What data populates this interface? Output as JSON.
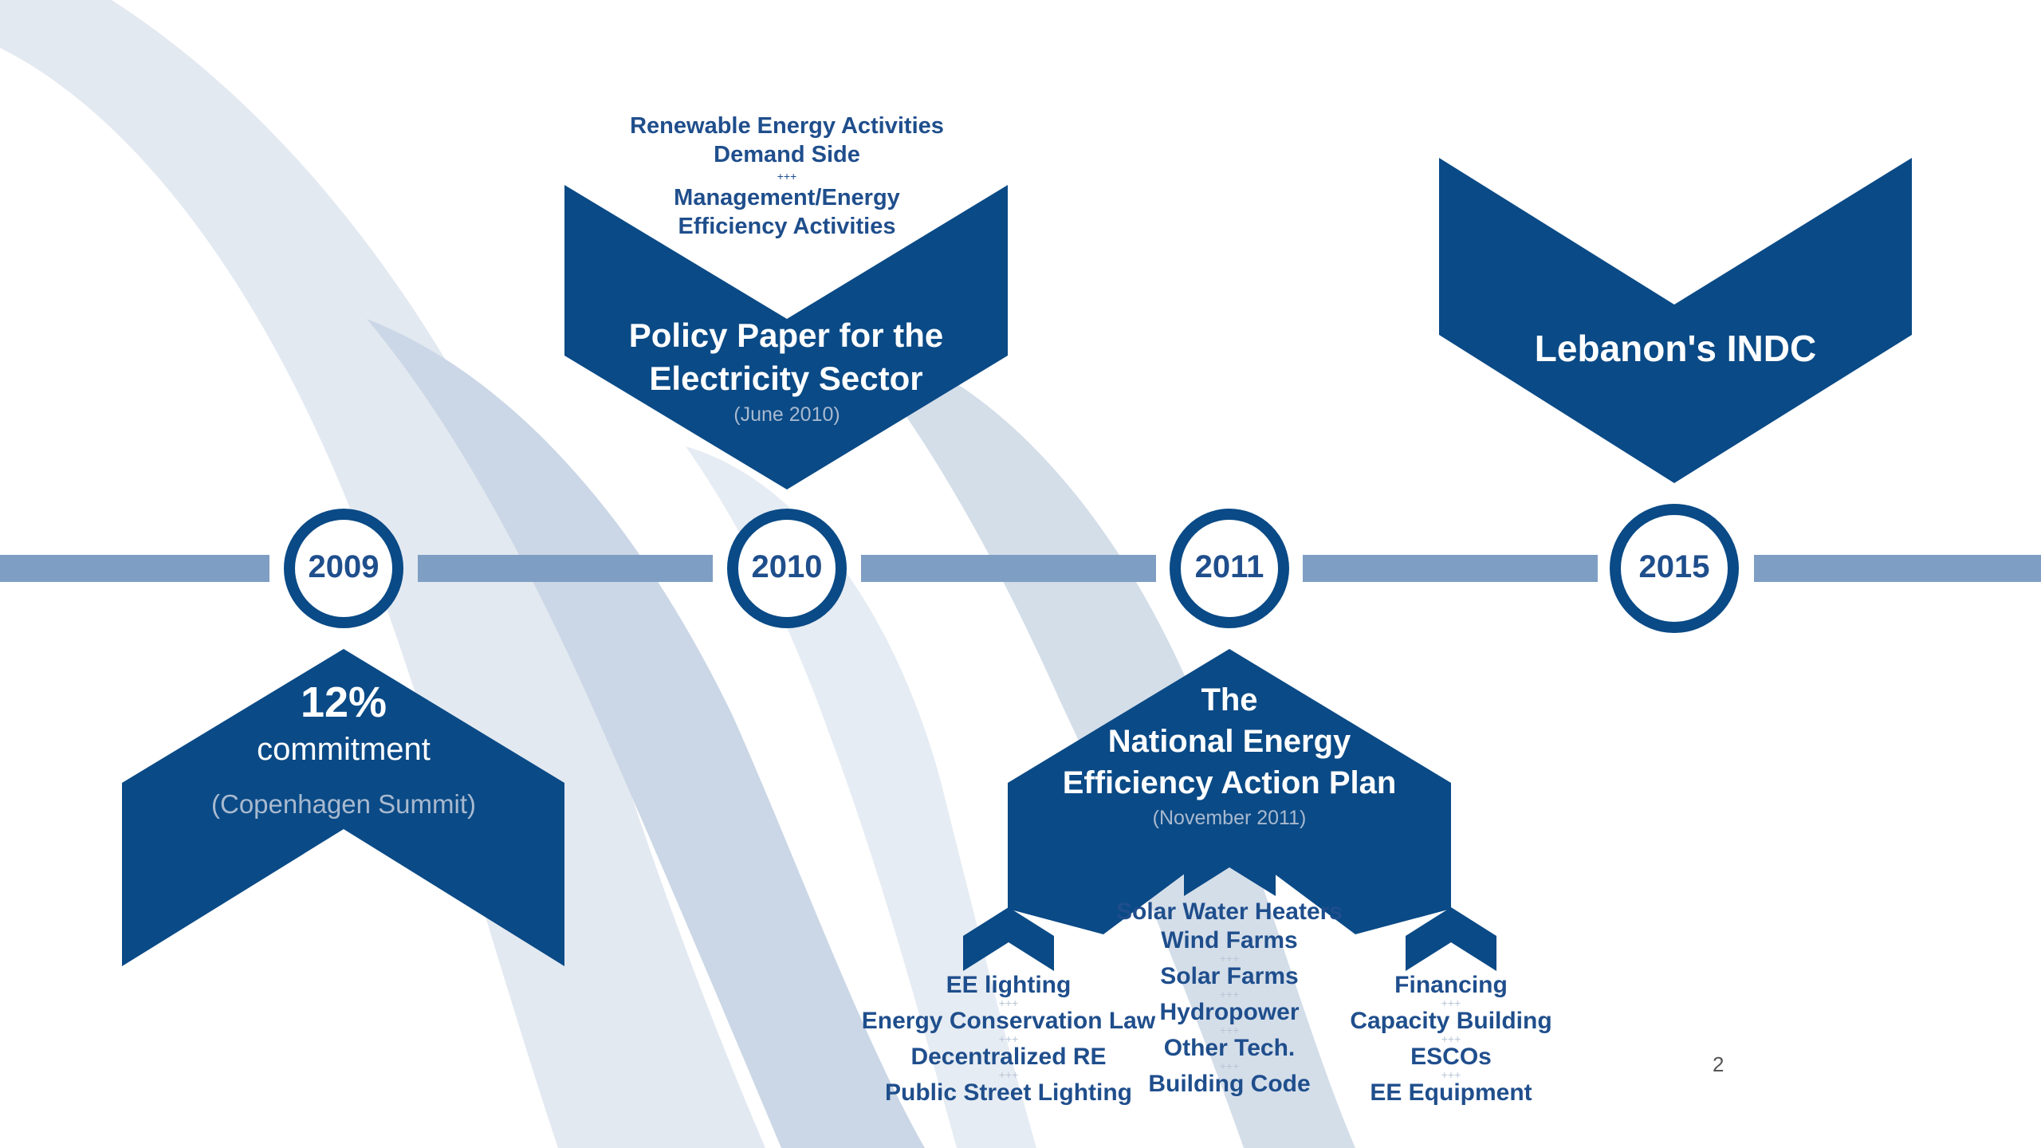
{
  "timeline": {
    "years": [
      "2009",
      "2010",
      "2011",
      "2015"
    ]
  },
  "milestone_2009": {
    "headline": "12%",
    "subline": "commitment",
    "note": "(Copenhagen Summit)"
  },
  "milestone_2010": {
    "above_lines": [
      "Renewable Energy Activities",
      "Demand Side",
      "+++",
      "Management/Energy",
      "Efficiency Activities"
    ],
    "title_line1": "Policy Paper for the",
    "title_line2": "Electricity Sector",
    "date": "(June 2010)"
  },
  "milestone_2011": {
    "title_line1": "The",
    "title_line2": "National Energy",
    "title_line3": "Efficiency Action Plan",
    "date": "(November 2011)",
    "left_list": [
      "EE lighting",
      "Energy Conservation Law",
      "Decentralized RE",
      "Public Street Lighting"
    ],
    "center_list": [
      "Solar Water Heaters",
      "Wind Farms",
      "Solar Farms",
      "Hydropower",
      "Other Tech.",
      "Building Code"
    ],
    "right_list": [
      "Financing",
      "Capacity Building",
      "ESCOs",
      "EE Equipment"
    ],
    "separator": "+++"
  },
  "milestone_2015": {
    "title": "Lebanon's INDC"
  },
  "slide": {
    "page_number": "2"
  },
  "colors": {
    "primary": "#0a4a86",
    "timeline_bar": "#7f9ec4",
    "swoosh": "#dfe6ef",
    "swoosh_dark": "#c9d6e5",
    "text_dark": "#1f4e8c"
  }
}
